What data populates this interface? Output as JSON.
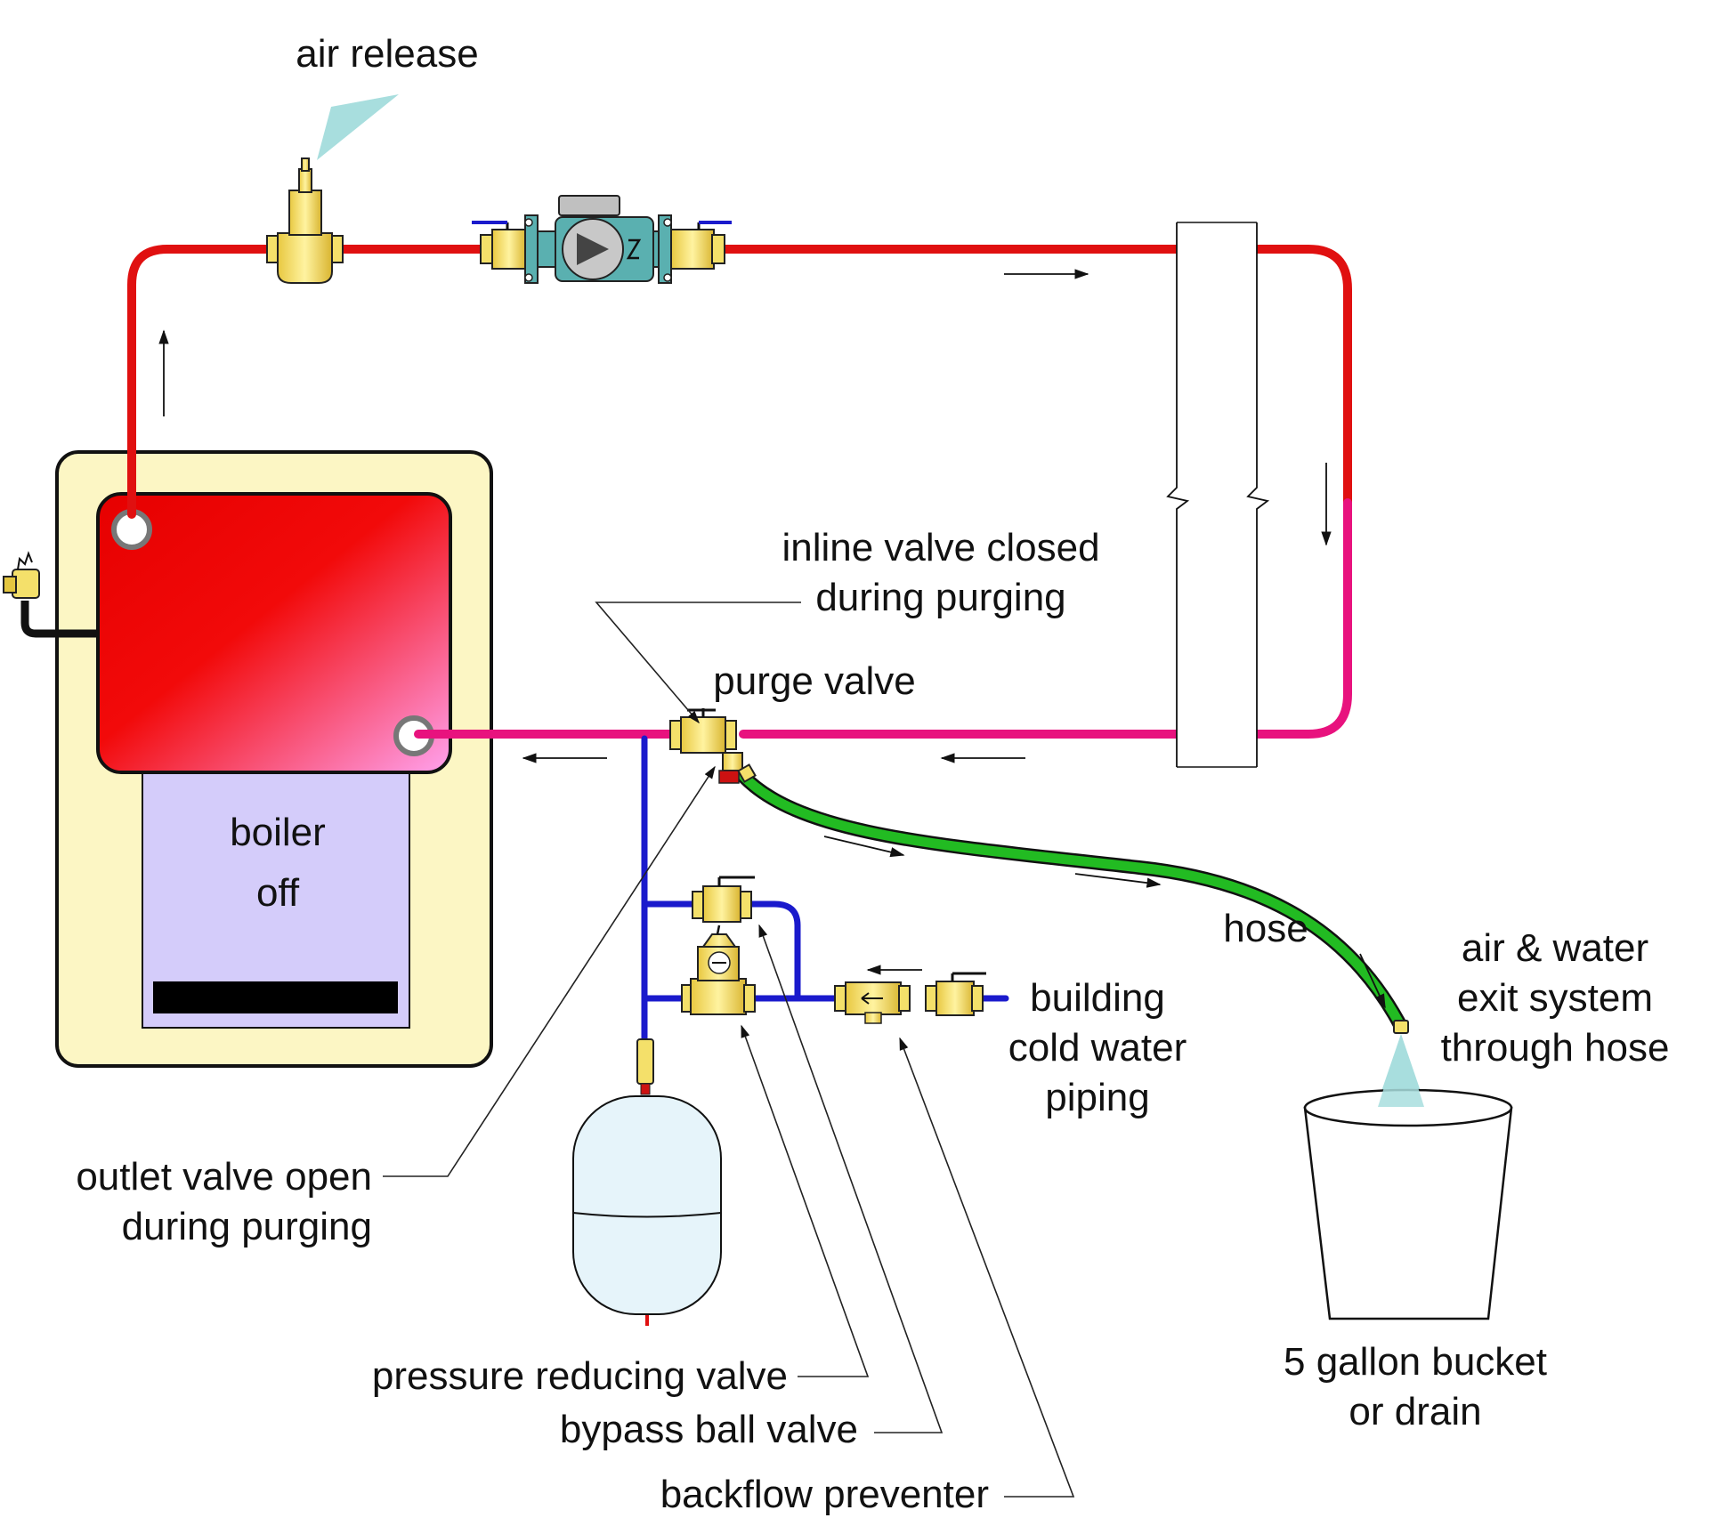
{
  "labels": {
    "air_release": "air release",
    "boiler_line1": "boiler",
    "boiler_line2": "off",
    "inline_valve_line1": "inline valve closed",
    "inline_valve_line2": "during purging",
    "purge_valve": "purge valve",
    "hose": "hose",
    "air_water_line1": "air & water",
    "air_water_line2": "exit system",
    "air_water_line3": "through hose",
    "building_line1": "building",
    "building_line2": "cold water",
    "building_line3": "piping",
    "outlet_line1": "outlet valve open",
    "outlet_line2": "during purging",
    "pressure_reducing": "pressure reducing valve",
    "bypass_ball": "bypass ball valve",
    "backflow": "backflow preventer",
    "bucket_line1": "5 gallon bucket",
    "bucket_line2": "or drain"
  },
  "colors": {
    "supply_pipe": "#e01010",
    "return_pipe": "#e8127e",
    "cold_water_pipe": "#1a1acc",
    "hose": "#22bb22",
    "boiler_jacket": "#fcf6c4",
    "boiler_burner": "#d4ccfa",
    "brass": "#f4e06a",
    "spray": "#a8dede",
    "expansion_tank": "#e6f4fa"
  },
  "icons": {
    "air_vent": "air-vent-icon",
    "circulator": "circulator-pump-icon",
    "relief_valve": "relief-valve-icon",
    "purge_valve": "purge-valve-icon",
    "ball_valve": "ball-valve-icon",
    "prv": "pressure-reducing-valve-icon",
    "backflow": "backflow-preventer-icon",
    "expansion_tank": "expansion-tank-icon",
    "bucket": "bucket-icon"
  }
}
